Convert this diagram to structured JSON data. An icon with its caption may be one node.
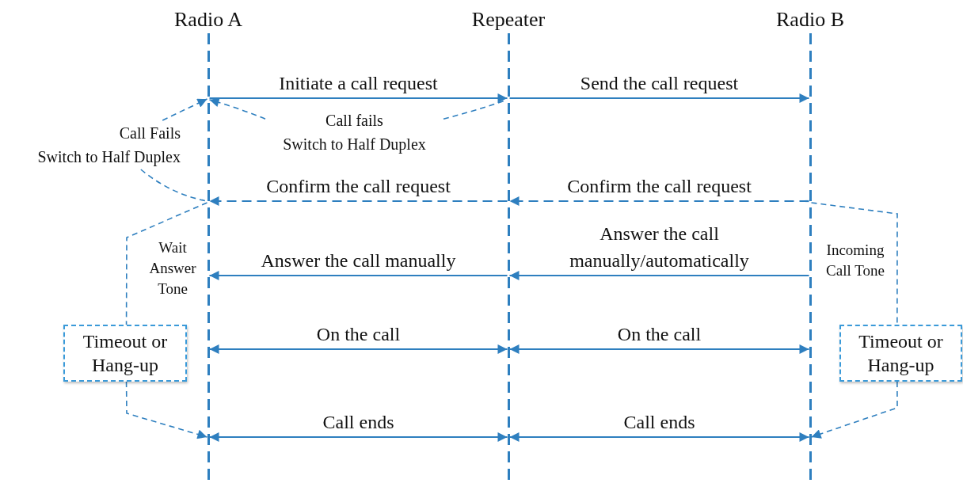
{
  "diagram": {
    "nodes": [
      {
        "text": [],
        "shape": "bar",
        "beside": [
          "Radio A"
        ]
      },
      {
        "text": [],
        "shape": "bar",
        "beside": [
          "Repeater"
        ]
      },
      {
        "text": [],
        "shape": "bar",
        "beside": [
          "Radio B"
        ]
      },
      {
        "text": [
          "Call Fails",
          "Switch to Half Duplex"
        ]
      },
      {
        "text": [
          "Call fails",
          "Switch to Half Duplex"
        ]
      },
      {
        "text": [
          "Timeout or Hang-up"
        ]
      },
      {
        "text": [
          "Timeout or Hang-up"
        ]
      }
    ],
    "edges": [
      {
        "from": 0,
        "to": 1,
        "arrow": "to",
        "label": "Initiate a call request"
      },
      {
        "from": 1,
        "to": 2,
        "arrow": "to",
        "label": "Send the call request"
      },
      {
        "from": 1,
        "to": 0,
        "arrow": "to",
        "label": "Confirm the call request",
        "style": "dashed"
      },
      {
        "from": 2,
        "to": 1,
        "arrow": "to",
        "label": "Confirm the call request",
        "style": "dashed"
      },
      {
        "from": 1,
        "to": 0,
        "arrow": "to",
        "label": "Answer the call manually"
      },
      {
        "from": 2,
        "to": 1,
        "arrow": "to",
        "label": "Answer the call manually/automatically"
      },
      {
        "from": 0,
        "to": 1,
        "arrow": "both",
        "label": "On the call"
      },
      {
        "from": 1,
        "to": 2,
        "arrow": "both",
        "label": "On the call"
      },
      {
        "from": 0,
        "to": 1,
        "arrow": "both",
        "label": "Call ends"
      },
      {
        "from": 1,
        "to": 2,
        "arrow": "both",
        "label": "Call ends"
      },
      {
        "from": 3,
        "to": 0,
        "arrow": "to",
        "style": "dashed"
      },
      {
        "from": 3,
        "to": 0,
        "arrow": "none",
        "style": "dashed"
      },
      {
        "from": 4,
        "to": 0,
        "arrow": "to",
        "style": "dashed"
      },
      {
        "from": 4,
        "to": 1,
        "arrow": "none",
        "style": "dashed"
      },
      {
        "from": 0,
        "to": 5,
        "arrow": "none",
        "style": "dashed"
      },
      {
        "from": 5,
        "to": 0,
        "arrow": "to",
        "style": "dashed"
      },
      {
        "from": 2,
        "to": 6,
        "arrow": "none",
        "style": "dashed"
      },
      {
        "from": 6,
        "to": 2,
        "arrow": "to",
        "style": "dashed"
      }
    ],
    "labels": [
      "Wait Answer Tone",
      "Incoming Call Tone"
    ]
  }
}
